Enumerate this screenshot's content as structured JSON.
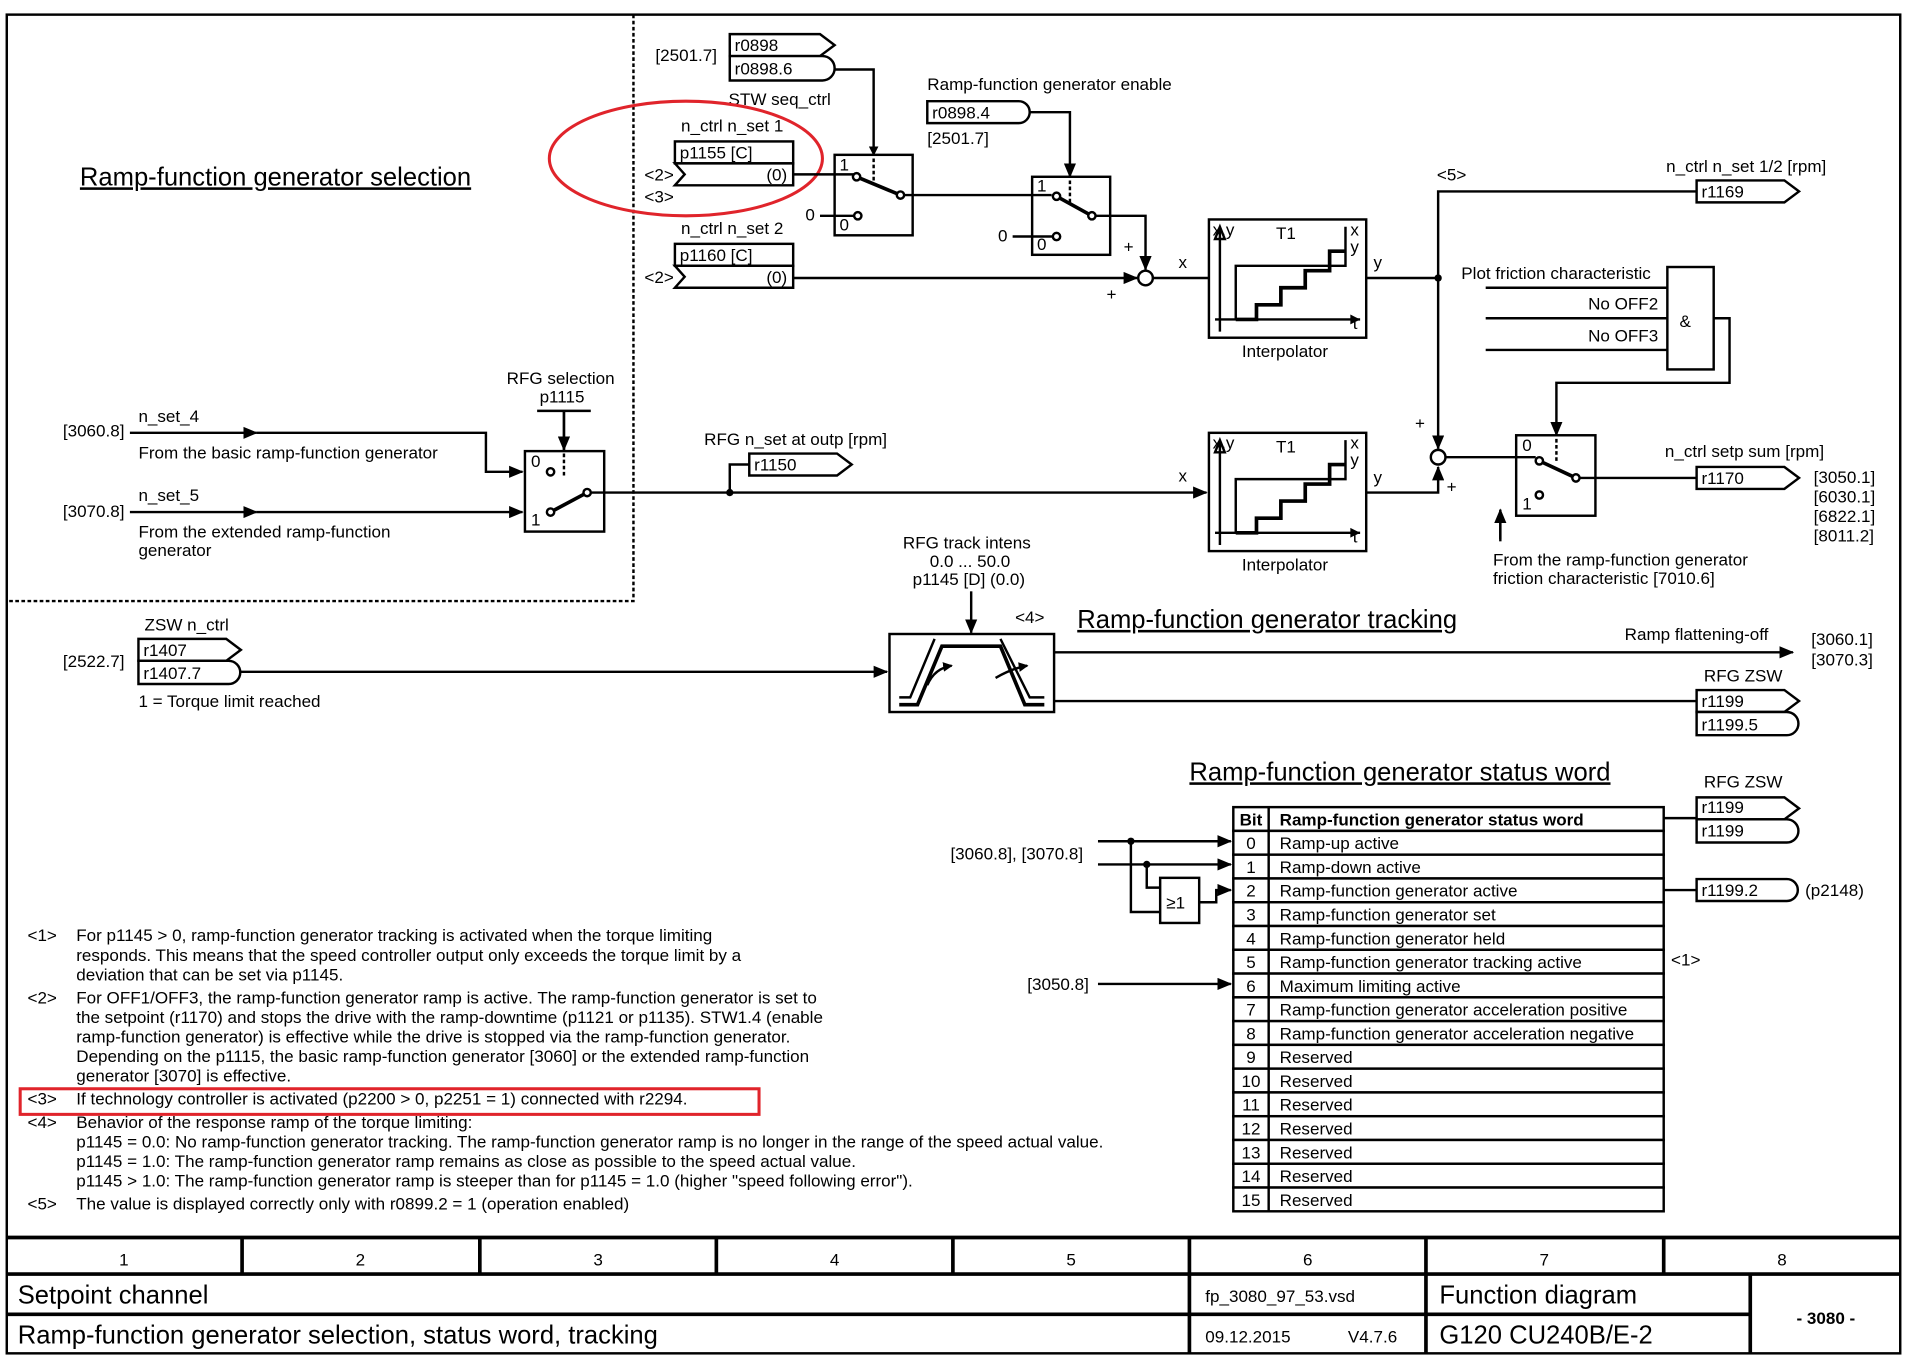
{
  "sections": {
    "selection": "Ramp-function generator selection",
    "tracking": "Ramp-function generator tracking",
    "status": "Ramp-function generator status word"
  },
  "top": {
    "ref_2501_a": "[2501.7]",
    "r0898": "r0898",
    "r0898_6": "r0898.6",
    "stw": "STW seq_ctrl",
    "enable_label": "Ramp-function generator enable",
    "r0898_4": "r0898.4",
    "ref_2501_b": "[2501.7]",
    "nset1": "n_ctrl n_set 1",
    "p1155": "p1155 [C]",
    "p1155_def": "(0)",
    "note2a": "<2>",
    "note3": "<3>",
    "nset2": "n_ctrl n_set 2",
    "p1160": "p1160 [C]",
    "p1160_def": "(0)",
    "note2b": "<2>",
    "sw1_one": "1",
    "sw1_zero": "0",
    "sw1_in0": "0",
    "sw2_one": "1",
    "sw2_zero": "0",
    "sw2_in0": "0",
    "plus1": "+",
    "plus2": "+",
    "x1": "x",
    "y1": "y"
  },
  "interp": {
    "xy": "x,y",
    "t1": "T1",
    "x": "x",
    "y": "y",
    "t": "t",
    "label": "Interpolator"
  },
  "right": {
    "note5": "<5>",
    "nset12": "n_ctrl n_set 1/2 [rpm]",
    "r1169": "r1169",
    "plot": "Plot friction characteristic",
    "off2": "No OFF2",
    "off3": "No OFF3",
    "and": "&",
    "setp_sum": "n_ctrl setp sum [rpm]",
    "r1170": "r1170",
    "refs": [
      "[3050.1]",
      "[6030.1]",
      "[6822.1]",
      "[8011.2]"
    ],
    "friction1": "From the ramp-function generator",
    "friction2": "friction characteristic [7010.6]",
    "sw3_zero": "0",
    "sw3_one": "1",
    "plus3": "+",
    "plus4": "+",
    "x2": "x",
    "y2": "y"
  },
  "rfgsel": {
    "label": "RFG selection",
    "param": "p1115",
    "ref_3060": "[3060.8]",
    "nset4": "n_set_4",
    "basic": "From the basic ramp-function generator",
    "ref_3070": "[3070.8]",
    "nset5": "n_set_5",
    "ext1": "From the extended ramp-function",
    "ext2": "generator",
    "zero": "0",
    "one": "1",
    "outp": "RFG n_set at outp [rpm]",
    "r1150": "r1150"
  },
  "tracking": {
    "intens": "RFG track intens",
    "range": "0.0 ... 50.0",
    "param": "p1145 [D] (0.0)",
    "note4": "<4>",
    "zsw": "ZSW n_ctrl",
    "r1407": "r1407",
    "r1407_7": "r1407.7",
    "ref_2522": "[2522.7]",
    "torque": "1 = Torque limit reached",
    "flatten": "Ramp flattening-off",
    "ref_3060_1": "[3060.1]",
    "ref_3070_3": "[3070.3]",
    "rfg_zsw": "RFG ZSW",
    "r1199": "r1199",
    "r1199_5": "r1199.5"
  },
  "status": {
    "rfg_zsw": "RFG ZSW",
    "r1199a": "r1199",
    "r1199b": "r1199",
    "r1199_2": "r1199.2",
    "p2148": "(p2148)",
    "note1": "<1>",
    "ref_in1": "[3060.8], [3070.8]",
    "ref_in2": "[3050.8]",
    "or": "≥1",
    "header": [
      "Bit",
      "Ramp-function generator status word"
    ],
    "rows": [
      [
        "0",
        "Ramp-up active"
      ],
      [
        "1",
        "Ramp-down active"
      ],
      [
        "2",
        "Ramp-function generator active"
      ],
      [
        "3",
        "Ramp-function generator set"
      ],
      [
        "4",
        "Ramp-function generator held"
      ],
      [
        "5",
        "Ramp-function generator tracking active"
      ],
      [
        "6",
        "Maximum limiting active"
      ],
      [
        "7",
        "Ramp-function generator acceleration positive"
      ],
      [
        "8",
        "Ramp-function generator acceleration negative"
      ],
      [
        "9",
        "Reserved"
      ],
      [
        "10",
        "Reserved"
      ],
      [
        "11",
        "Reserved"
      ],
      [
        "12",
        "Reserved"
      ],
      [
        "13",
        "Reserved"
      ],
      [
        "14",
        "Reserved"
      ],
      [
        "15",
        "Reserved"
      ]
    ]
  },
  "notes": [
    {
      "tag": "<1>",
      "lines": [
        "For p1145 > 0, ramp-function generator tracking is activated when the torque limiting",
        "responds. This means that the speed controller output only exceeds the torque limit by a",
        "deviation that can be set via p1145."
      ]
    },
    {
      "tag": "<2>",
      "lines": [
        "For OFF1/OFF3, the ramp-function generator ramp is active. The ramp-function generator is set to",
        "the setpoint (r1170) and stops the drive with the ramp-downtime (p1121 or p1135). STW1.4 (enable",
        "ramp-function generator) is effective while the drive is stopped via the ramp-function generator.",
        "Depending on the p1115, the basic ramp-function generator [3060] or the extended ramp-function",
        "generator [3070] is effective."
      ]
    },
    {
      "tag": "<3>",
      "lines": [
        "If technology controller is activated (p2200 > 0, p2251 = 1) connected with r2294."
      ]
    },
    {
      "tag": "<4>",
      "lines": [
        "Behavior of the response ramp of the torque limiting:",
        "p1145 = 0.0: No ramp-function generator tracking. The ramp-function generator ramp is no longer in the range of the speed actual value.",
        "p1145 = 1.0: The ramp-function generator ramp remains as close as possible to the speed actual value.",
        "p1145 > 1.0: The ramp-function generator ramp is steeper than for p1145 = 1.0 (higher \"speed following error\")."
      ]
    },
    {
      "tag": "<5>",
      "lines": [
        "The value is displayed correctly only with r0899.2 = 1 (operation enabled)"
      ]
    }
  ],
  "footer": {
    "columns": [
      "1",
      "2",
      "3",
      "4",
      "5",
      "6",
      "7",
      "8"
    ],
    "chapter": "Setpoint channel",
    "title": "Ramp-function generator selection, status word, tracking",
    "file": "fp_3080_97_53.vsd",
    "date": "09.12.2015",
    "version": "V4.7.6",
    "kind": "Function diagram",
    "device": "G120 CU240B/E-2",
    "number": "- 3080 -"
  },
  "colors": {
    "highlight": "#e0242b",
    "line": "#000000"
  }
}
